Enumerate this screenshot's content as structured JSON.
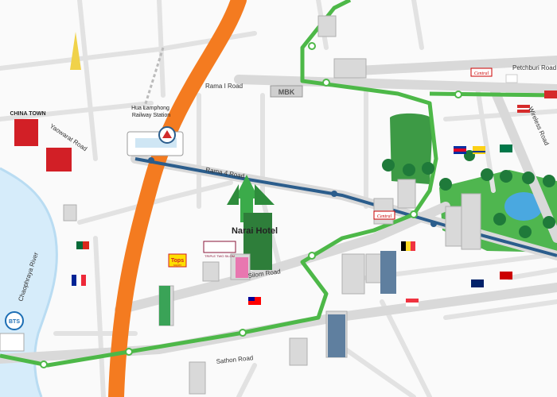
{
  "hotel": {
    "name": "Narai Hotel"
  },
  "roads": {
    "rama1": "Rama I Road",
    "rama4": "Rama 4 Road",
    "silom": "Silom Road",
    "sathon": "Sathon Road",
    "petchburi": "Petchburi Road",
    "wireless": "Wireless Road",
    "yaowarat": "Yaowarat Road"
  },
  "landmarks": {
    "china_town": "CHINA TOWN",
    "hua_lamphong": "Hua Lamphong\nRailway Station",
    "river": "Chaophraya River",
    "tops": "Tops",
    "tops_sub": "super",
    "triple_two": "TRIPLE TWO SILOM",
    "mbk": "MBK",
    "central": "Central",
    "bts": "BTS"
  },
  "colors": {
    "bts_line": "#4db848",
    "mrt_line": "#2b5d8c",
    "expressway": "#f47b20",
    "river": "#d6ecfa",
    "park": "#4fb64f",
    "road": "#e6e6e6"
  },
  "icons": [
    "hotel-marker-icon",
    "mrt-logo-icon",
    "bts-logo-icon",
    "country-flag-icons",
    "tree-icons"
  ]
}
